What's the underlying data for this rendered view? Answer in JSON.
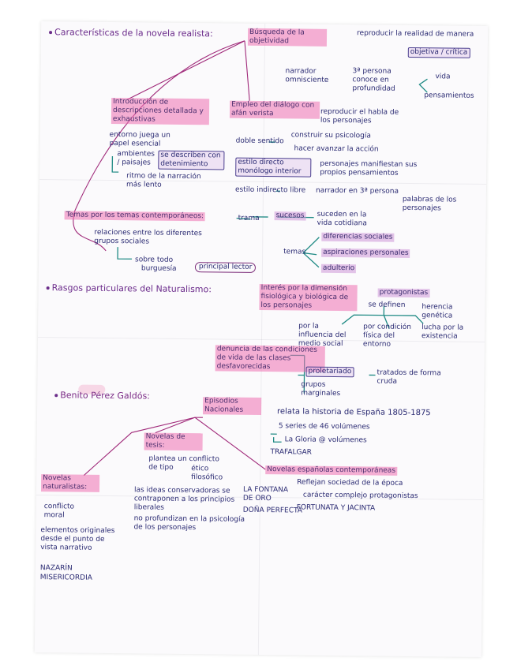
{
  "sections": [
    {
      "heading": "Características de la novela realista:",
      "nodes": {
        "busqueda": "Búsqueda de la objetividad",
        "reproducir": "reproducir la realidad de manera",
        "objetiva_critica": "objetiva / crítica",
        "narrador": "narrador omnisciente",
        "tercera_persona": "3ª persona conoce en profundidad",
        "vida": "vida",
        "pensamientos": "pensamientos",
        "introduccion": "Introducción de descripciones detallada y exhaustivas",
        "entorno": "entorno juega un papel esencial",
        "ambientes": "ambientes / paisajes",
        "se_describen": "se describen con detenimiento",
        "ritmo": "ritmo de la narración más lento",
        "empleo_dialogo": "Empleo del diálogo con afán verista",
        "reproducir_habla": "reproducir el habla de los personajes",
        "doble_sentido": "doble sentido",
        "construir_psicologia": "construir su psicología",
        "hacer_avanzar": "hacer avanzar la acción",
        "estilo_directo": "estilo directo monólogo interior",
        "personajes_manifiestan": "personajes manifiestan sus propios pensamientos",
        "estilo_indirecto": "estilo indirecto libre",
        "narrador_3": "narrador en 3ª persona",
        "palabras": "palabras de los personajes",
        "temas_contemporaneos": "Temas por los temas contemporáneos:",
        "trama": "trama",
        "sucesos": "sucesos",
        "suceden": "suceden en la vida cotidiana",
        "relaciones": "relaciones entre los diferentes grupos sociales",
        "sobre_todo": "sobre todo",
        "burguesia": "burguesía",
        "principal_lector": "principal lector",
        "temas": "temas",
        "diferencias": "diferencias sociales",
        "aspiraciones": "aspiraciones personales",
        "adulterio": "adulterio"
      }
    },
    {
      "heading": "Rasgos particulares del Naturalismo:",
      "nodes": {
        "interes": "Interés por la dimensión fisiológica y biológica de los personajes",
        "protagonistas": "protagonistas",
        "se_definen": "se definen",
        "por_influencia": "por la influencia del medio social",
        "por_condicion": "por condición física del entorno",
        "por_herencia": "herencia genética",
        "lucha": "lucha por la existencia",
        "denuncia": "denuncia de las condiciones de vida de las clases desfavorecidas",
        "proletariado": "proletariado",
        "grupos_marginales": "grupos marginales",
        "tratados": "tratados de forma cruda"
      }
    },
    {
      "heading": "Benito Pérez Galdós:",
      "nodes": {
        "episodios": "Episodios Nacionales",
        "relata": "relata la historia de España 1805-1875",
        "series": "5 series de 46 volúmenes",
        "la_gloria": "La Gloria @ volúmenes",
        "trafalgar": "TRAFALGAR",
        "novelas_tesis": "Novelas de tesis:",
        "plantea": "plantea un conflicto de tipo",
        "etico": "ético",
        "filosofico": "filosófico",
        "ideas": "las ideas conservadoras se contraponen a los principios liberales",
        "no_profundiza": "no profundizan en la psicología de los personajes",
        "fontana": "LA FONTANA DE ORO",
        "dona_perfecta": "DOÑA PERFECTA",
        "novelas_espanolas": "Novelas españolas contemporáneas",
        "reflejan": "Reflejan sociedad de la época",
        "caracter": "carácter complejo protagonistas",
        "fortunata": "FORTUNATA Y JACINTA",
        "novelas_naturalistas": "Novelas naturalistas:",
        "conflicto": "conflicto moral",
        "elementos": "elementos originales desde el punto de vista narrativo",
        "nazarin": "NAZARÍN",
        "misericordia": "MISERICORDIA"
      }
    }
  ],
  "colors": {
    "highlight_pink": "#ee70b0",
    "highlight_purple": "#cd96d7",
    "ink_blue": "#2a2a72",
    "ink_purple": "#6a2a8a",
    "arrow_teal": "#1f8a84"
  }
}
